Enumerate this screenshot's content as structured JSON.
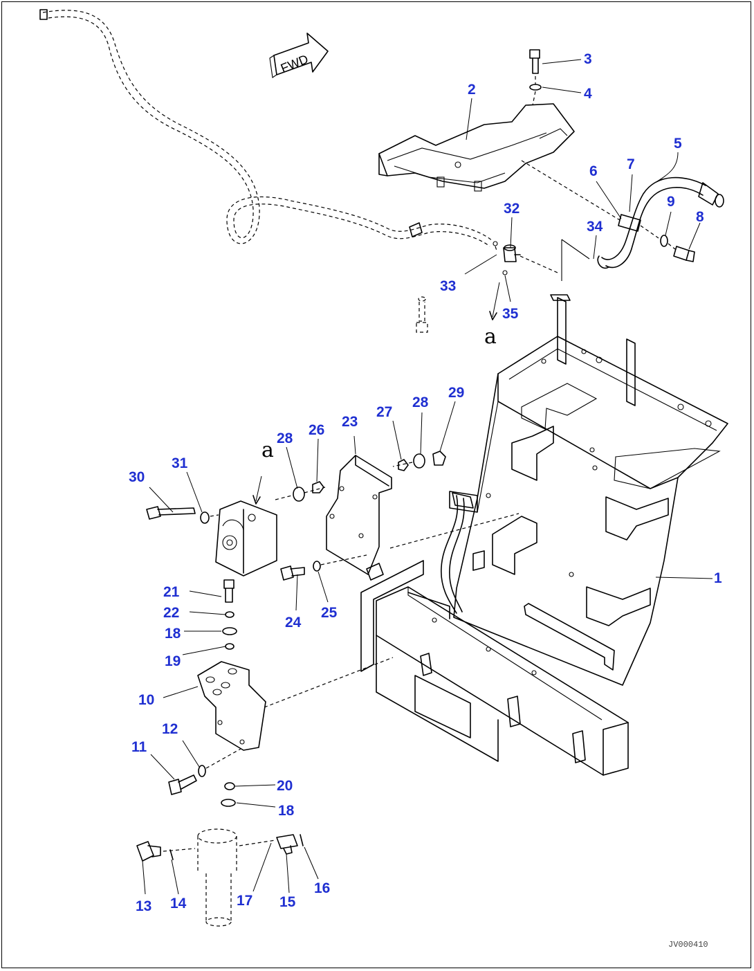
{
  "diagram": {
    "direction_label": "FWD",
    "view_ref": "a",
    "drawing_code": "JV000410",
    "callouts": [
      {
        "id": "1",
        "label": "1"
      },
      {
        "id": "2",
        "label": "2"
      },
      {
        "id": "3",
        "label": "3"
      },
      {
        "id": "4",
        "label": "4"
      },
      {
        "id": "5",
        "label": "5"
      },
      {
        "id": "6",
        "label": "6"
      },
      {
        "id": "7",
        "label": "7"
      },
      {
        "id": "8",
        "label": "8"
      },
      {
        "id": "9",
        "label": "9"
      },
      {
        "id": "10",
        "label": "10"
      },
      {
        "id": "11",
        "label": "11"
      },
      {
        "id": "12",
        "label": "12"
      },
      {
        "id": "13",
        "label": "13"
      },
      {
        "id": "14",
        "label": "14"
      },
      {
        "id": "15",
        "label": "15"
      },
      {
        "id": "16",
        "label": "16"
      },
      {
        "id": "17",
        "label": "17"
      },
      {
        "id": "18a",
        "label": "18"
      },
      {
        "id": "18b",
        "label": "18"
      },
      {
        "id": "19",
        "label": "19"
      },
      {
        "id": "20",
        "label": "20"
      },
      {
        "id": "21",
        "label": "21"
      },
      {
        "id": "22",
        "label": "22"
      },
      {
        "id": "23",
        "label": "23"
      },
      {
        "id": "24",
        "label": "24"
      },
      {
        "id": "25",
        "label": "25"
      },
      {
        "id": "26",
        "label": "26"
      },
      {
        "id": "27",
        "label": "27"
      },
      {
        "id": "28a",
        "label": "28"
      },
      {
        "id": "28b",
        "label": "28"
      },
      {
        "id": "29",
        "label": "29"
      },
      {
        "id": "30",
        "label": "30"
      },
      {
        "id": "31",
        "label": "31"
      },
      {
        "id": "32",
        "label": "32"
      },
      {
        "id": "33",
        "label": "33"
      },
      {
        "id": "34",
        "label": "34"
      },
      {
        "id": "35",
        "label": "35"
      }
    ],
    "colors": {
      "callout": "#1f2fd1",
      "line": "#000000"
    }
  }
}
